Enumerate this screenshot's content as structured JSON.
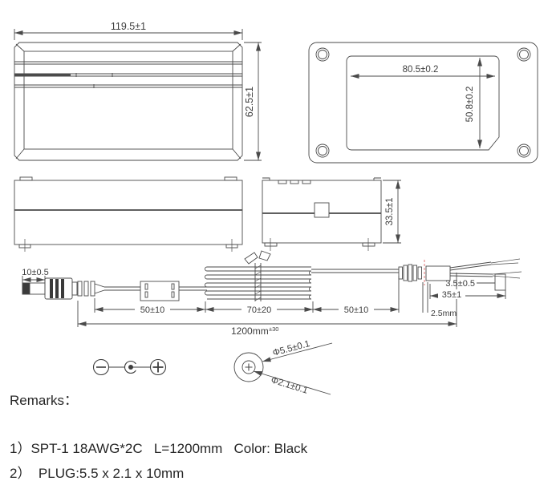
{
  "drawing": {
    "front_view": {
      "width_dim": "119.5±1",
      "height_dim": "62.5±1"
    },
    "bottom_view": {
      "width_dim": "80.5±0.2",
      "height_dim": "50.8±0.2"
    },
    "end_view": {
      "height_dim": "33.5±1"
    },
    "cable": {
      "plug_dim": "10±0.5",
      "seg1_dim": "50±10",
      "coil_dim": "70±20",
      "seg2_dim": "50±10",
      "strip_dim": "3.5±0.5",
      "tail_dim": "35±1",
      "wire_gap_dim": "2.5mm",
      "total_dim": "1200mm",
      "total_tol": "±30"
    },
    "plug_detail": {
      "outer_dia": "Φ5.5±0.1",
      "inner_dia": "Φ2.1±0.1"
    }
  },
  "remarks": {
    "title": "Remarks：",
    "items": [
      "1）SPT-1 18AWG*2C   L=1200mm   Color: Black",
      "2）  PLUG:5.5 x 2.1 x 10mm"
    ]
  },
  "colors": {
    "line": "#4a4a4a",
    "accent_red": "#e06666"
  }
}
